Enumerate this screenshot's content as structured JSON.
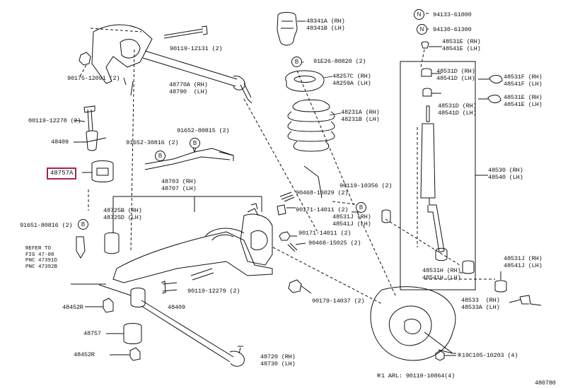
{
  "diagram_id": "480780",
  "footnote": "※1 ARL: 90119-10864(4)",
  "highlight_part": "48757A",
  "refer_note": [
    "REFER TO",
    "FIG 47-08",
    "PNC 47391D",
    "PNC 47392B"
  ],
  "callout_letters": {
    "n": "N",
    "b": "B"
  },
  "labels": {
    "l90119_12131": "90119-12131 (2)",
    "l90175_12091": "90175-12091 (2)",
    "l48770A": "48770A (RH)",
    "l48790": "48790  (LH)",
    "l00119_12278": "00119-12278 (2)",
    "l48409a": "48409",
    "l91652_30816": "91652-30816 (2)",
    "l91652_80815": "91652-80815 (2)",
    "l48703": "48703 (RH)",
    "l48707": "48707 (LH)",
    "l48725B": "48725B (RH)",
    "l48725D": "48725D (LH)",
    "l91651_80816": "91651-80816 (2)",
    "l48452R": "48452R",
    "l48409b": "48409",
    "l90119_12279": "90119-12279 (2)",
    "l48757": "48757",
    "l48452R2": "48452R",
    "l48720": "48720 (RH)",
    "l48730": "48730 (LH)",
    "l48341A": "48341A (RH)",
    "l48341B": "48341B (LH)",
    "l91E26_80820": "91E26-80820 (2)",
    "l48257C": "48257C (RH)",
    "l48259A": "48259A (LH)",
    "l48231A": "48231A (RH)",
    "l48231B": "48231B (LH)",
    "l90119_10356": "90119-10356 (2)",
    "l90468_16029": "90468-16029 (2)",
    "l90171_14011a": "90171-14011 (2)",
    "l48531J": "48531J (RH)",
    "l48541J": "48541J (LH)",
    "l90171_14011b": "90171-14011 (2)",
    "l90468_15025": "90468-15025 (2)",
    "l90179_14037": "90179-14037 (2)",
    "l94133_61000": "94133-61000",
    "l94130_61300": "94130-61300",
    "l48531E": "48531E (RH)",
    "l48541E": "48541E (LH)",
    "l48531D": "48531D (RH)",
    "l48541D": "48541D (LH)",
    "l48531F": "48531F (RH)",
    "l48541F": "48541F (LH)",
    "l48531D2": "48531D (RH)",
    "l48541D2": "48541D (LH)",
    "l48531E2": "48531E (RH)",
    "l48541E2": "48541E (LH)",
    "l48530": "48530 (RH)",
    "l48540": "48540 (LH)",
    "l48531H": "48531H (RH)",
    "l48541H": "48541H (LH)",
    "l48531J2": "48531J (RH)",
    "l48541J2": "48541J (LH)",
    "l48533": "48533  (RH)",
    "l48533A": "48533A (LH)",
    "l19C105": "※19C105-10203 (4)"
  }
}
